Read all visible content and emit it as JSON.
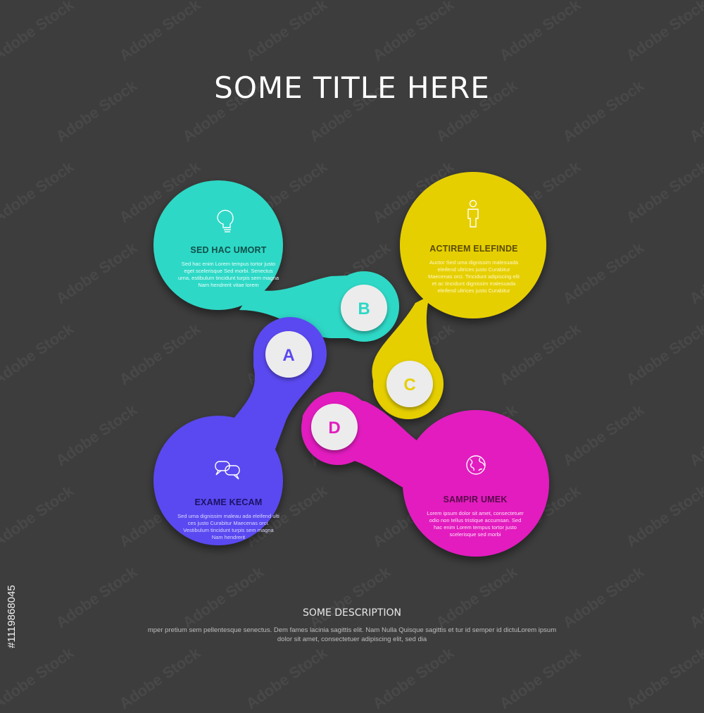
{
  "title": "SOME TITLE HERE",
  "colors": {
    "background": "#3d3d3d",
    "teal": "#2ed8c6",
    "yellow": "#e6cf06",
    "purple": "#5a48f0",
    "magenta": "#e21ebf",
    "badge": "#ececec"
  },
  "blobs": [
    {
      "id": "b",
      "letter": "B",
      "color": "#2ed8c6",
      "icon": "lightbulb-icon",
      "heading": "SED HAC UMORT",
      "body": "Sed hac enim Lorem tempus tortor justo eget scelerisque Sed morbi. Senectus urna, estibulum tincidunt turpis sem magna Nam hendrerit vitae lorem"
    },
    {
      "id": "c",
      "letter": "C",
      "color": "#e6cf06",
      "icon": "person-icon",
      "heading": "ACTIREM ELEFINDE",
      "body": "Auctor Sed uma dignissim malesuada eleifend ultrices justo Curabitur Maecenas orci. Tincidunt adipiscing elit et ac tincidunt dignissim malesuada eleifend ultrices justo Curabitur"
    },
    {
      "id": "a",
      "letter": "A",
      "color": "#5a48f0",
      "icon": "speech-bubbles-icon",
      "heading": "EXAME KECAM",
      "body": "Sed uma dignissim maleau ada eleifend ulti ces justo Curabitur Maecenas orci. Vestibulum tincidunt turpis sem magna Nam hendrerit"
    },
    {
      "id": "d",
      "letter": "D",
      "color": "#e21ebf",
      "icon": "globe-icon",
      "heading": "SAMPIR UMEK",
      "body": "Lorem ipsum dolor sit amet, consectetuer odio non tellus tristique accumsan. Sed hac enim Lorem tempus tortor justo scelerisque sed morbi"
    }
  ],
  "description": {
    "title": "SOME DESCRIPTION",
    "body": "mper pretium sem pellentesque senectus. Dem fames lacinia sagittis elit. Nam Nulla Quisque sagittis et tur id semper id dictuLorem ipsum dolor sit amet, consectetuer adipiscing elit, sed dia"
  },
  "stock_id": "#1119868045",
  "watermark": "Adobe Stock"
}
